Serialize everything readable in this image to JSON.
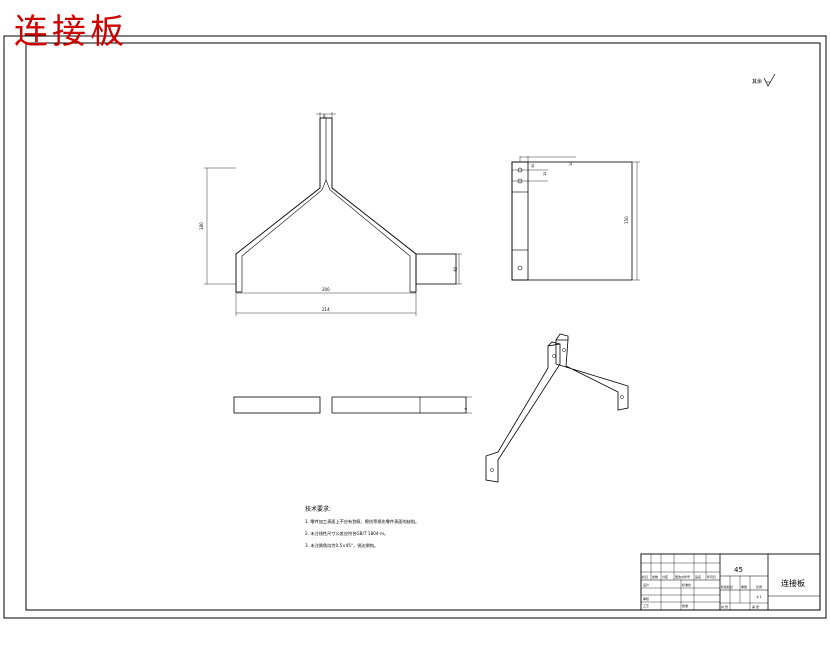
{
  "title": "连接板",
  "surface_mark": "其余",
  "dims": {
    "top_width": "8",
    "height_left": "180",
    "tab_height": "40",
    "inner_width": "200",
    "overall_width": "214",
    "side_d1": "10",
    "side_d2": "15",
    "side_d3": "30",
    "side_height": "150",
    "plate_thickness": "3"
  },
  "notes": {
    "heading": "技术要求:",
    "items": [
      "1. 零件加工表面上不应有划痕、擦伤等损伤零件表面的缺陷。",
      "2. 未注线性尺寸公差应符合GB/T 1804-m。",
      "3. 未注倒角均为0.5×45°，锐边倒钝。"
    ]
  },
  "title_block": {
    "material": "45",
    "part_name": "连接板",
    "labels": [
      "标记",
      "处数",
      "分区",
      "更改文件号",
      "签名",
      "年月日",
      "设计",
      "标准化",
      "审核",
      "工艺",
      "批准",
      "阶段标记",
      "重量",
      "比例",
      "共 张",
      "第 张"
    ],
    "scale": "1:1"
  }
}
